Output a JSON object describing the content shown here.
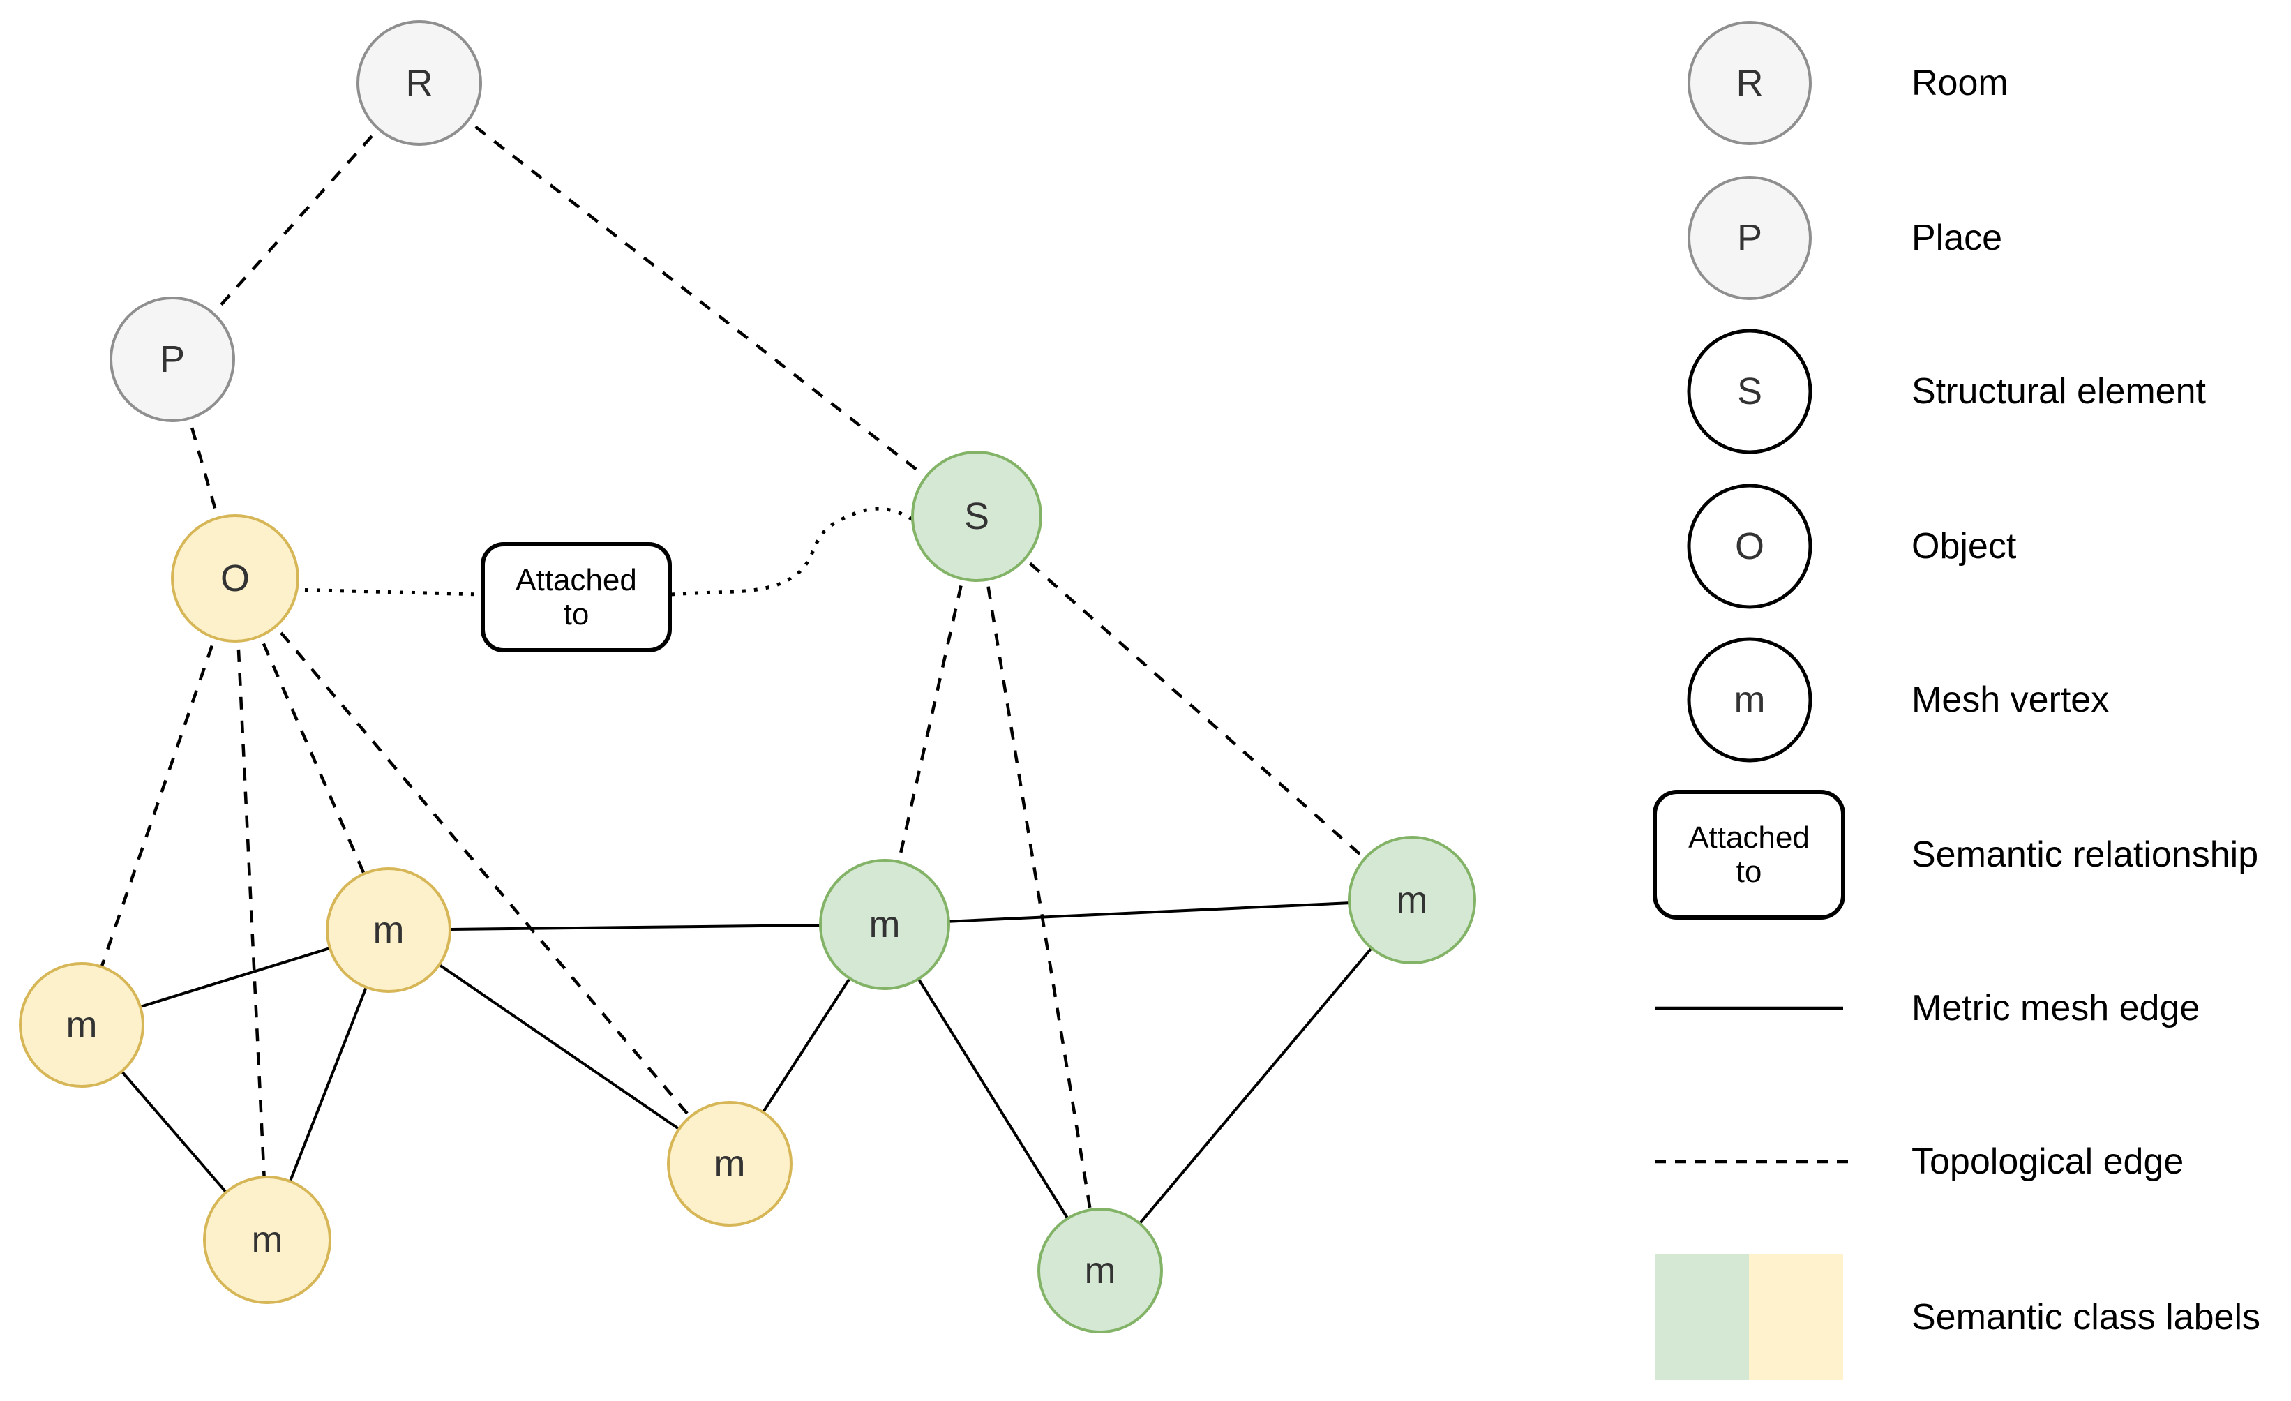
{
  "diagram": {
    "nodes": [
      {
        "id": "R",
        "label": "R",
        "type": "room"
      },
      {
        "id": "P",
        "label": "P",
        "type": "place"
      },
      {
        "id": "O",
        "label": "O",
        "type": "object"
      },
      {
        "id": "S",
        "label": "S",
        "type": "structural-element"
      },
      {
        "id": "m1",
        "label": "m",
        "type": "mesh-vertex",
        "semantic_class": "object"
      },
      {
        "id": "m2",
        "label": "m",
        "type": "mesh-vertex",
        "semantic_class": "object"
      },
      {
        "id": "m3",
        "label": "m",
        "type": "mesh-vertex",
        "semantic_class": "object"
      },
      {
        "id": "m4",
        "label": "m",
        "type": "mesh-vertex",
        "semantic_class": "object"
      },
      {
        "id": "m5",
        "label": "m",
        "type": "mesh-vertex",
        "semantic_class": "structure"
      },
      {
        "id": "m6",
        "label": "m",
        "type": "mesh-vertex",
        "semantic_class": "structure"
      },
      {
        "id": "m7",
        "label": "m",
        "type": "mesh-vertex",
        "semantic_class": "structure"
      }
    ],
    "relationship": {
      "label": "Attached to",
      "from": "O",
      "to": "S",
      "style": "dotted"
    },
    "edges": {
      "topological": [
        [
          "R",
          "P"
        ],
        [
          "R",
          "S"
        ],
        [
          "P",
          "O"
        ],
        [
          "O",
          "m2"
        ],
        [
          "O",
          "m3"
        ],
        [
          "O",
          "m1"
        ],
        [
          "O",
          "m4"
        ],
        [
          "S",
          "m5"
        ],
        [
          "S",
          "m7"
        ],
        [
          "S",
          "m6"
        ]
      ],
      "metric_mesh": [
        [
          "m2",
          "m1"
        ],
        [
          "m2",
          "m3"
        ],
        [
          "m1",
          "m3"
        ],
        [
          "m1",
          "m4"
        ],
        [
          "m1",
          "m5"
        ],
        [
          "m4",
          "m5"
        ],
        [
          "m5",
          "m6"
        ],
        [
          "m5",
          "m7"
        ],
        [
          "m6",
          "m7"
        ]
      ]
    }
  },
  "legend": {
    "items": [
      {
        "glyph": "R",
        "label": "Room",
        "symbol": "circle-gray"
      },
      {
        "glyph": "P",
        "label": "Place",
        "symbol": "circle-gray"
      },
      {
        "glyph": "S",
        "label": "Structural element",
        "symbol": "circle-white"
      },
      {
        "glyph": "O",
        "label": "Object",
        "symbol": "circle-white"
      },
      {
        "glyph": "m",
        "label": "Mesh vertex",
        "symbol": "circle-white"
      },
      {
        "glyph": "Attached to",
        "label": "Semantic relationship",
        "symbol": "rounded-box"
      },
      {
        "label": "Metric mesh edge",
        "symbol": "solid-line"
      },
      {
        "label": "Topological edge",
        "symbol": "dashed-line"
      },
      {
        "label": "Semantic class labels",
        "symbol": "color-swatch",
        "swatch_colors": [
          "#d5e8d4",
          "#fff2cc"
        ]
      }
    ]
  },
  "colors": {
    "background": "#ffffff",
    "room_place_fill": "#f5f5f5",
    "room_place_stroke": "#8f8f8f",
    "object_fill": "#fcf1cb",
    "object_stroke": "#d6b656",
    "structure_fill": "#d5e8d4",
    "structure_stroke": "#82b366",
    "edge": "#000000"
  }
}
